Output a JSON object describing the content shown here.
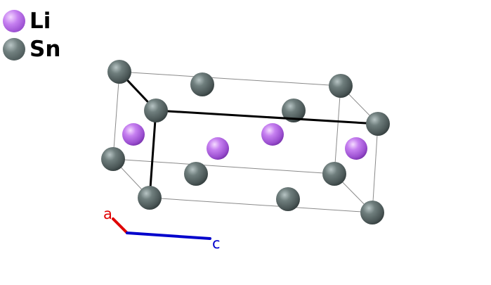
{
  "legend": {
    "items": [
      {
        "label": "Li",
        "color": "#b26be6"
      },
      {
        "label": "Sn",
        "color": "#5c6b6a"
      }
    ]
  },
  "axes": {
    "a": {
      "label": "a",
      "color": "#e00000"
    },
    "c": {
      "label": "c",
      "color": "#0000cc"
    }
  },
  "colors": {
    "li": "#b26be6",
    "sn": "#5c6b6a",
    "cell_edge": "#888888",
    "bond": "#000000"
  }
}
